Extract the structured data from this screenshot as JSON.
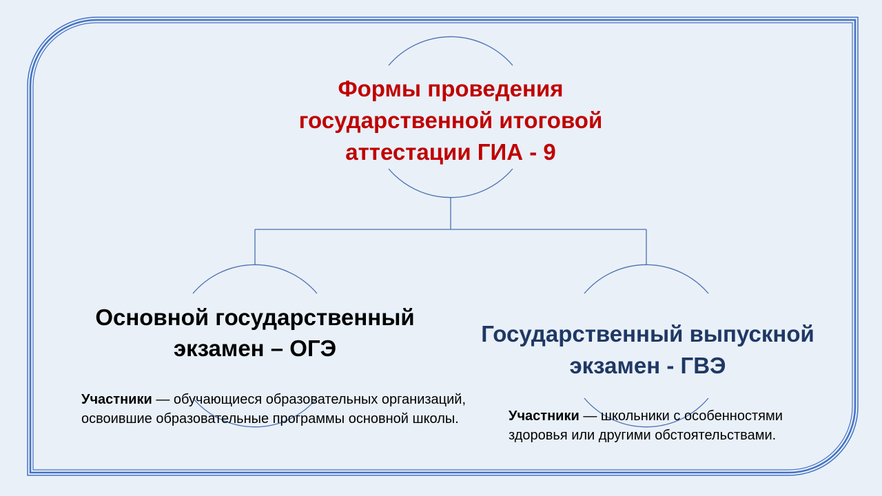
{
  "title": "Формы проведения государственной итоговой аттестации ГИА - 9",
  "left": {
    "heading": "Основной государственный экзамен – ОГЭ",
    "label": "Участники",
    "desc": " — обучающиеся образовательных организаций, освоившие образовательные программы основной школы."
  },
  "right": {
    "heading": "Государственный выпускной экзамен - ГВЭ",
    "label": "Участники",
    "desc": " — школьники с особенностями здоровья или другими обстоятельствами."
  },
  "colors": {
    "title": "#c00000",
    "gve": "#1f3864",
    "frame": "#4472c4",
    "background": "#e9f0f8"
  }
}
